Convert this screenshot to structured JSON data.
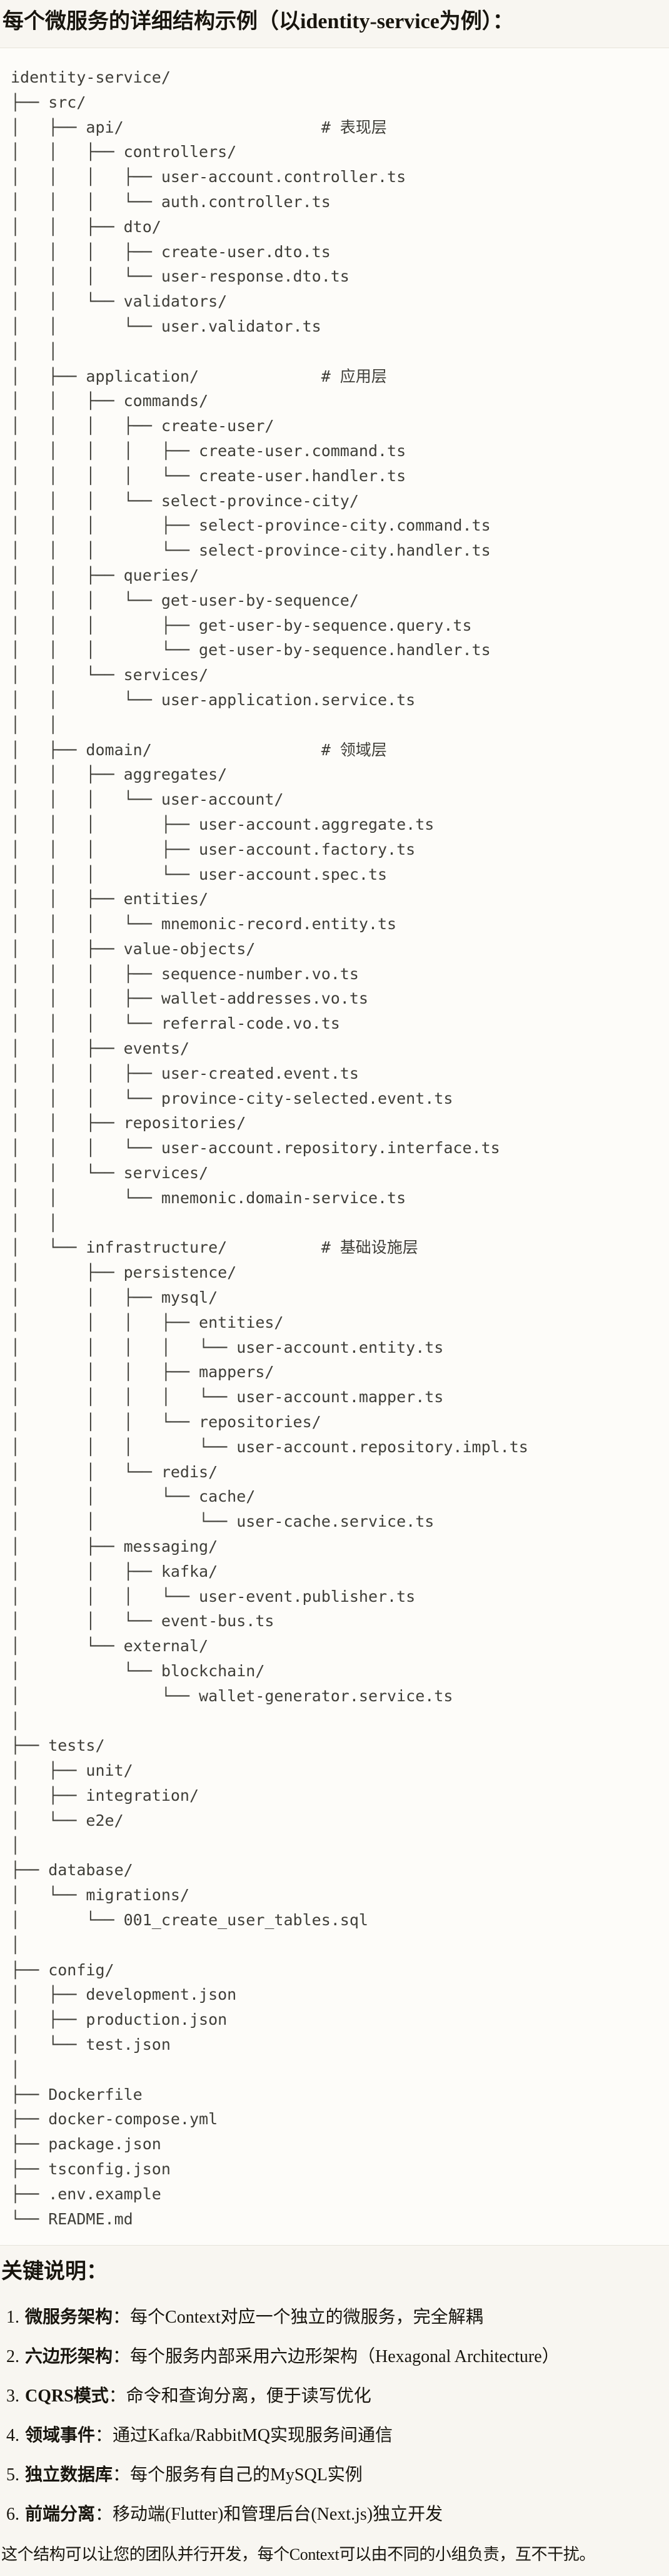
{
  "title": "每个微服务的详细结构示例（以identity-service为例）：",
  "tree": {
    "lines": [
      "identity-service/",
      "├── src/",
      "│   ├── api/                     # 表现层",
      "│   │   ├── controllers/",
      "│   │   │   ├── user-account.controller.ts",
      "│   │   │   └── auth.controller.ts",
      "│   │   ├── dto/",
      "│   │   │   ├── create-user.dto.ts",
      "│   │   │   └── user-response.dto.ts",
      "│   │   └── validators/",
      "│   │       └── user.validator.ts",
      "│   │",
      "│   ├── application/             # 应用层",
      "│   │   ├── commands/",
      "│   │   │   ├── create-user/",
      "│   │   │   │   ├── create-user.command.ts",
      "│   │   │   │   └── create-user.handler.ts",
      "│   │   │   └── select-province-city/",
      "│   │   │       ├── select-province-city.command.ts",
      "│   │   │       └── select-province-city.handler.ts",
      "│   │   ├── queries/",
      "│   │   │   └── get-user-by-sequence/",
      "│   │   │       ├── get-user-by-sequence.query.ts",
      "│   │   │       └── get-user-by-sequence.handler.ts",
      "│   │   └── services/",
      "│   │       └── user-application.service.ts",
      "│   │",
      "│   ├── domain/                  # 领域层",
      "│   │   ├── aggregates/",
      "│   │   │   └── user-account/",
      "│   │   │       ├── user-account.aggregate.ts",
      "│   │   │       ├── user-account.factory.ts",
      "│   │   │       └── user-account.spec.ts",
      "│   │   ├── entities/",
      "│   │   │   └── mnemonic-record.entity.ts",
      "│   │   ├── value-objects/",
      "│   │   │   ├── sequence-number.vo.ts",
      "│   │   │   ├── wallet-addresses.vo.ts",
      "│   │   │   └── referral-code.vo.ts",
      "│   │   ├── events/",
      "│   │   │   ├── user-created.event.ts",
      "│   │   │   └── province-city-selected.event.ts",
      "│   │   ├── repositories/",
      "│   │   │   └── user-account.repository.interface.ts",
      "│   │   └── services/",
      "│   │       └── mnemonic.domain-service.ts",
      "│   │",
      "│   └── infrastructure/          # 基础设施层",
      "│       ├── persistence/",
      "│       │   ├── mysql/",
      "│       │   │   ├── entities/",
      "│       │   │   │   └── user-account.entity.ts",
      "│       │   │   ├── mappers/",
      "│       │   │   │   └── user-account.mapper.ts",
      "│       │   │   └── repositories/",
      "│       │   │       └── user-account.repository.impl.ts",
      "│       │   └── redis/",
      "│       │       └── cache/",
      "│       │           └── user-cache.service.ts",
      "│       ├── messaging/",
      "│       │   ├── kafka/",
      "│       │   │   └── user-event.publisher.ts",
      "│       │   └── event-bus.ts",
      "│       └── external/",
      "│           └── blockchain/",
      "│               └── wallet-generator.service.ts",
      "│",
      "├── tests/",
      "│   ├── unit/",
      "│   ├── integration/",
      "│   └── e2e/",
      "│",
      "├── database/",
      "│   └── migrations/",
      "│       └── 001_create_user_tables.sql",
      "│",
      "├── config/",
      "│   ├── development.json",
      "│   ├── production.json",
      "│   └── test.json",
      "│",
      "├── Dockerfile",
      "├── docker-compose.yml",
      "├── package.json",
      "├── tsconfig.json",
      "├── .env.example",
      "└── README.md"
    ]
  },
  "key_notes": {
    "heading": "关键说明：",
    "items": [
      {
        "num": "1.",
        "term": "微服务架构",
        "desc": "：每个Context对应一个独立的微服务，完全解耦"
      },
      {
        "num": "2.",
        "term": "六边形架构",
        "desc": "：每个服务内部采用六边形架构（Hexagonal Architecture）"
      },
      {
        "num": "3.",
        "term": "CQRS模式",
        "desc": "：命令和查询分离，便于读写优化"
      },
      {
        "num": "4.",
        "term": "领域事件",
        "desc": "：通过Kafka/RabbitMQ实现服务间通信"
      },
      {
        "num": "5.",
        "term": "独立数据库",
        "desc": "：每个服务有自己的MySQL实例"
      },
      {
        "num": "6.",
        "term": "前端分离",
        "desc": "：移动端(Flutter)和管理后台(Next.js)独立开发"
      }
    ],
    "closing": "这个结构可以让您的团队并行开发，每个Context可以由不同的小组负责，互不干扰。"
  },
  "colors": {
    "page_bg": "#f8f6f1",
    "code_bg": "#fdfcf9",
    "code_border": "#e7e4db",
    "tree_text": "#3f3e38",
    "body_text": "#18150e"
  }
}
